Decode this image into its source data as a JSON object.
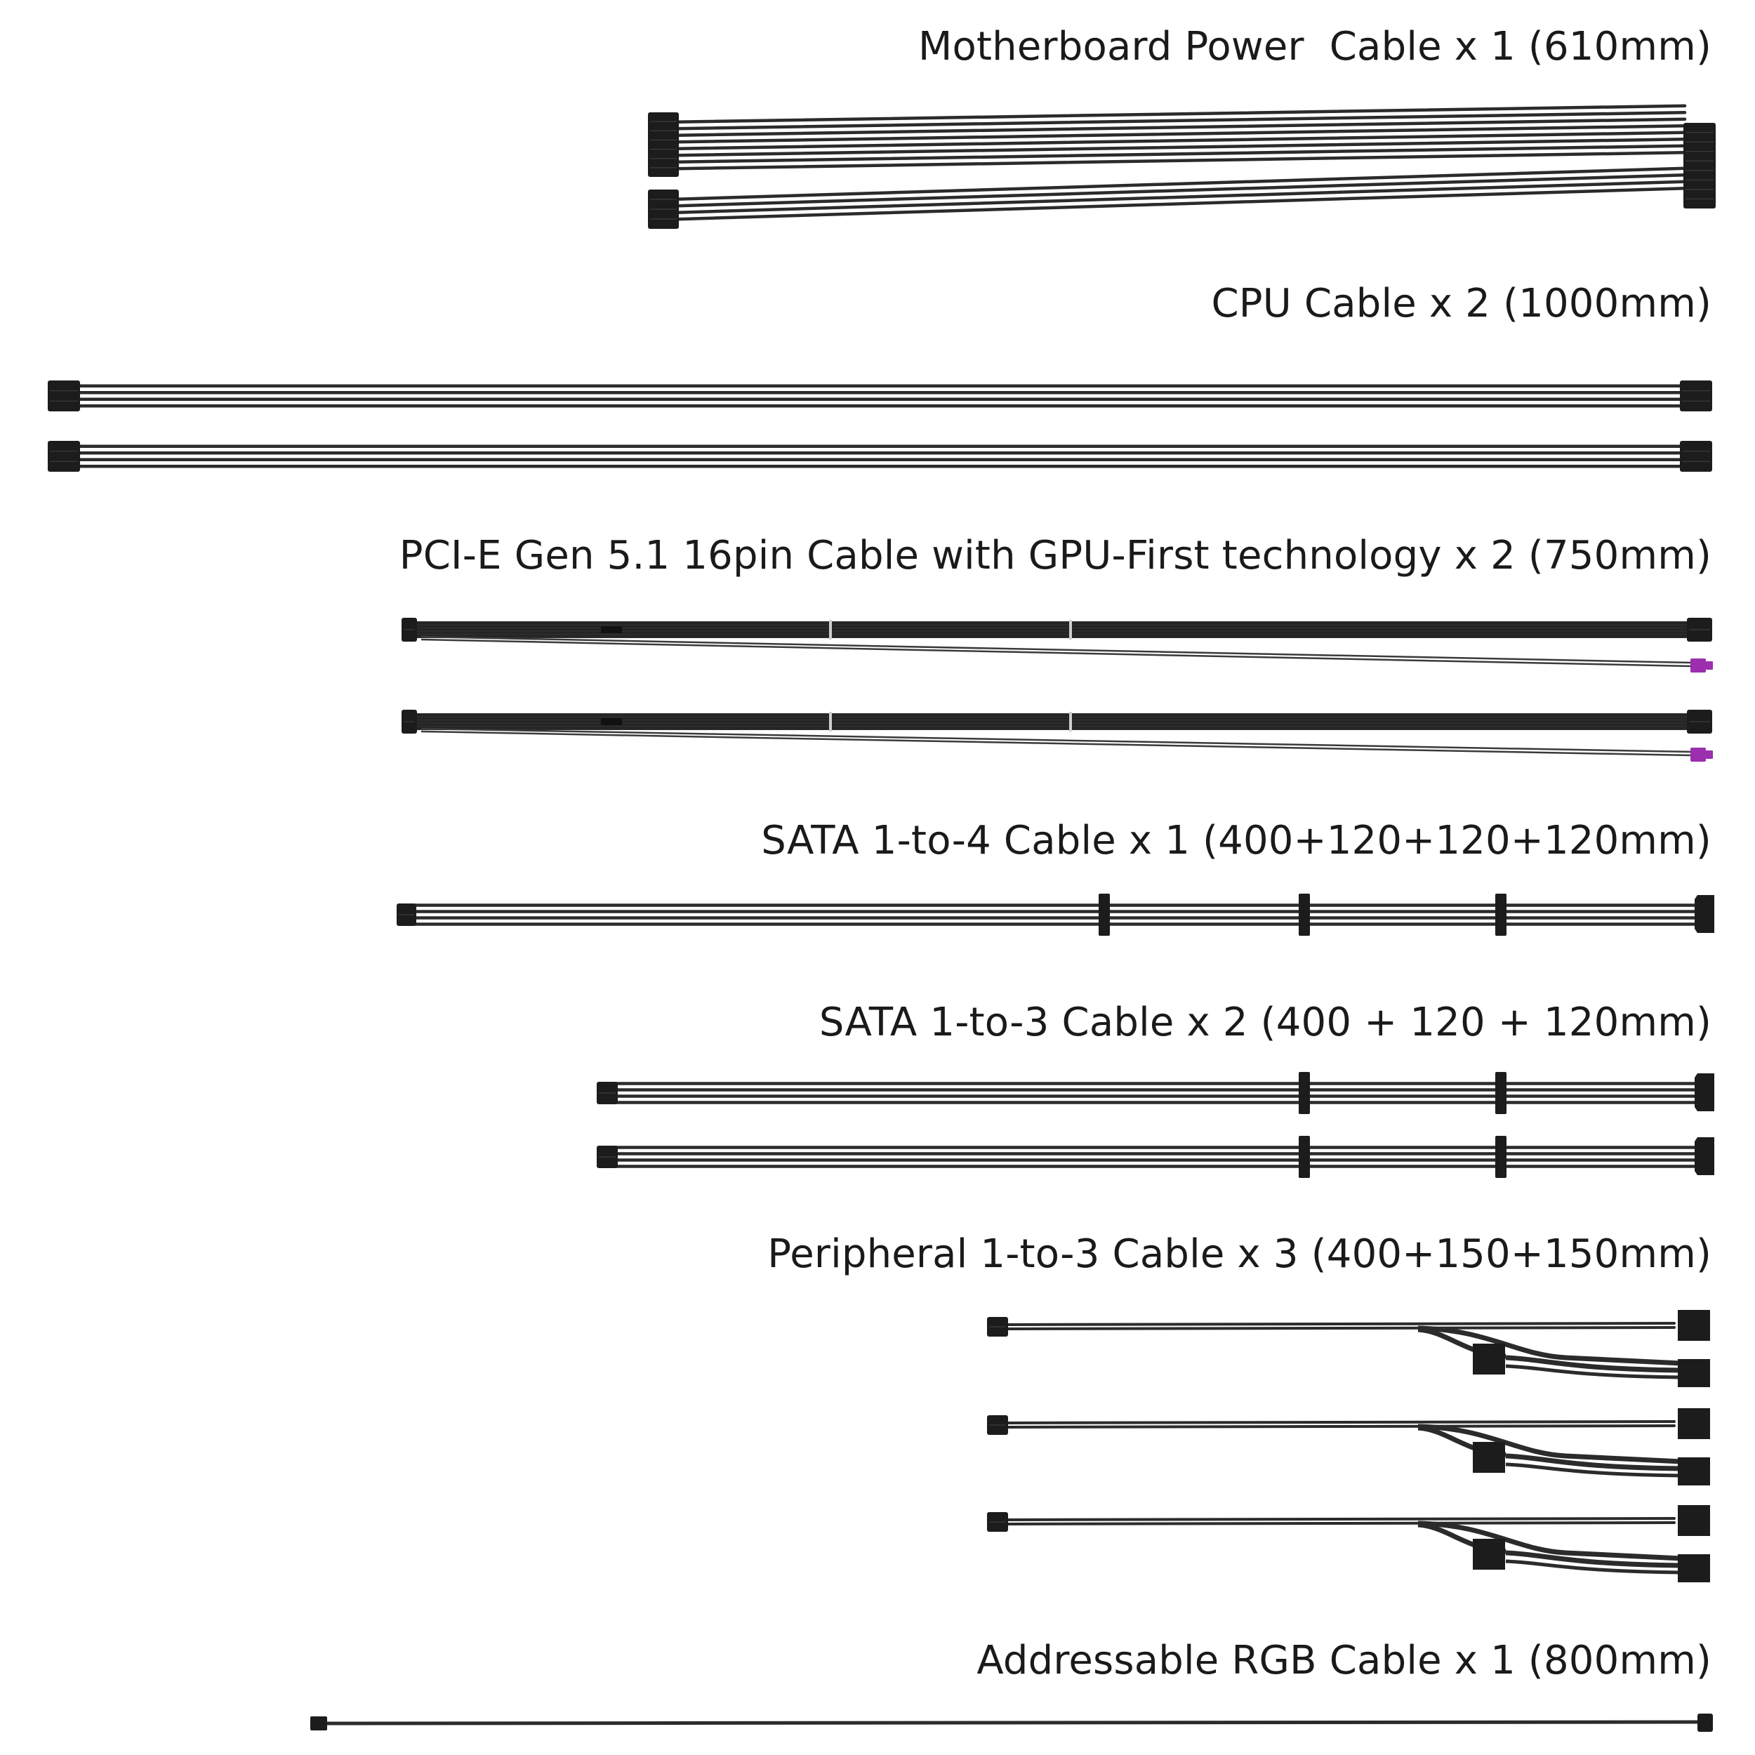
{
  "cable_sections": [
    {
      "key": "motherboard",
      "label": "Motherboard Power  Cable x 1 (610mm)",
      "icon": "atx-24pin-cable"
    },
    {
      "key": "cpu",
      "label": "CPU Cable x 2 (1000mm)",
      "icon": "eps-8pin-cable"
    },
    {
      "key": "pcie",
      "label": "PCI-E Gen 5.1 16pin Cable with GPU-First technology x 2 (750mm)",
      "icon": "12v-2x6-cable"
    },
    {
      "key": "sata4",
      "label": "SATA 1-to-4 Cable x 1 (400+120+120+120mm)",
      "icon": "sata-chain-cable"
    },
    {
      "key": "sata3",
      "label": "SATA 1-to-3 Cable x 2 (400 + 120 + 120mm)",
      "icon": "sata-chain-cable"
    },
    {
      "key": "peripheral",
      "label": "Peripheral 1-to-3 Cable x 3 (400+150+150mm)",
      "icon": "molex-splitter-cable"
    },
    {
      "key": "argb",
      "label": "Addressable RGB Cable x 1 (800mm)",
      "icon": "argb-cable"
    }
  ],
  "colors": {
    "sleeve": "#2b2b2b",
    "sleeve_highlight": "#ffffff",
    "connector": "#1c1c1c",
    "sense_connector": "#9b2fae",
    "sense_wire": "#3a3a3a",
    "background": "#ffffff",
    "label_text": "#1a1a1a"
  }
}
